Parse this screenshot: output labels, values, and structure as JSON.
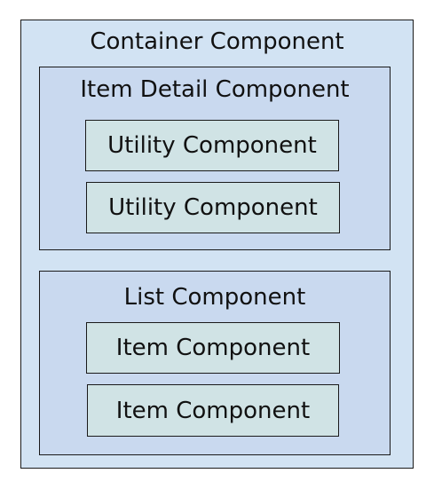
{
  "diagram": {
    "container": {
      "label": "Container Component"
    },
    "item_detail": {
      "label": "Item Detail Component",
      "children": [
        "Utility Component",
        "Utility Component"
      ]
    },
    "list": {
      "label": "List Component",
      "children": [
        "Item Component",
        "Item Component"
      ]
    }
  },
  "colors": {
    "container_fill": "#d2e3f3",
    "group_fill": "#c9d9ef",
    "leaf_fill": "#d0e3e5",
    "border": "#1a1a1a"
  }
}
